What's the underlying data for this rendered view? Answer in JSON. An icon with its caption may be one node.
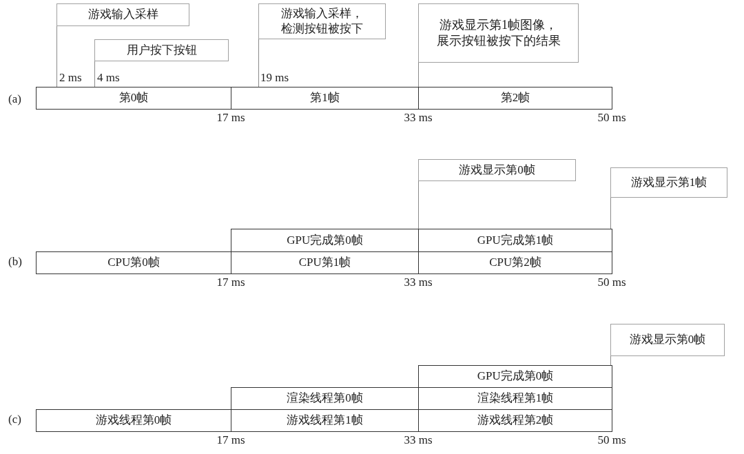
{
  "diagram": {
    "nodes": [
      {
        "text": [
          "游戏输入采样"
        ]
      },
      {
        "text": [
          "用户按下按钮"
        ]
      },
      {
        "text": [
          "游戏输入采样，检测按钮被按下"
        ]
      },
      {
        "text": [
          "游戏显示第1帧图像，展示按钮被按下的结果"
        ]
      },
      {
        "text": [
          "第0帧"
        ]
      },
      {
        "text": [
          "第1帧"
        ]
      },
      {
        "text": [
          "第2帧"
        ]
      },
      {
        "text": [
          "游戏显示第0帧"
        ]
      },
      {
        "text": [
          "游戏显示第1帧"
        ]
      },
      {
        "text": [
          "GPU完成第0帧"
        ]
      },
      {
        "text": [
          "GPU完成第1帧"
        ]
      },
      {
        "text": [
          "CPU第0帧"
        ]
      },
      {
        "text": [
          "CPU第1帧"
        ]
      },
      {
        "text": [
          "CPU第2帧"
        ]
      },
      {
        "text": [
          "游戏显示第0帧"
        ]
      },
      {
        "text": [
          "GPU完成第0帧"
        ]
      },
      {
        "text": [
          "渲染线程第0帧"
        ]
      },
      {
        "text": [
          "渲染线程第1帧"
        ]
      },
      {
        "text": [
          "游戏线程第0帧"
        ]
      },
      {
        "text": [
          "游戏线程第1帧"
        ]
      },
      {
        "text": [
          "游戏线程第2帧"
        ]
      }
    ],
    "edges": [
      {
        "from": 0,
        "to": 4,
        "arrow": "none"
      },
      {
        "from": 1,
        "to": 4,
        "arrow": "none"
      },
      {
        "from": 2,
        "to": 5,
        "arrow": "none"
      },
      {
        "from": 3,
        "to": 6,
        "arrow": "none"
      },
      {
        "from": 7,
        "to": 9,
        "arrow": "none"
      },
      {
        "from": 8,
        "to": 10,
        "arrow": "none"
      },
      {
        "from": 14,
        "to": 15,
        "arrow": "none"
      }
    ],
    "labels": [
      "2 ms",
      "4 ms",
      "19 ms",
      "(a)",
      "17 ms",
      "33 ms",
      "50 ms",
      "(b)",
      "17 ms",
      "33 ms",
      "50 ms",
      "(c)",
      "17 ms",
      "33 ms",
      "50 ms"
    ]
  }
}
